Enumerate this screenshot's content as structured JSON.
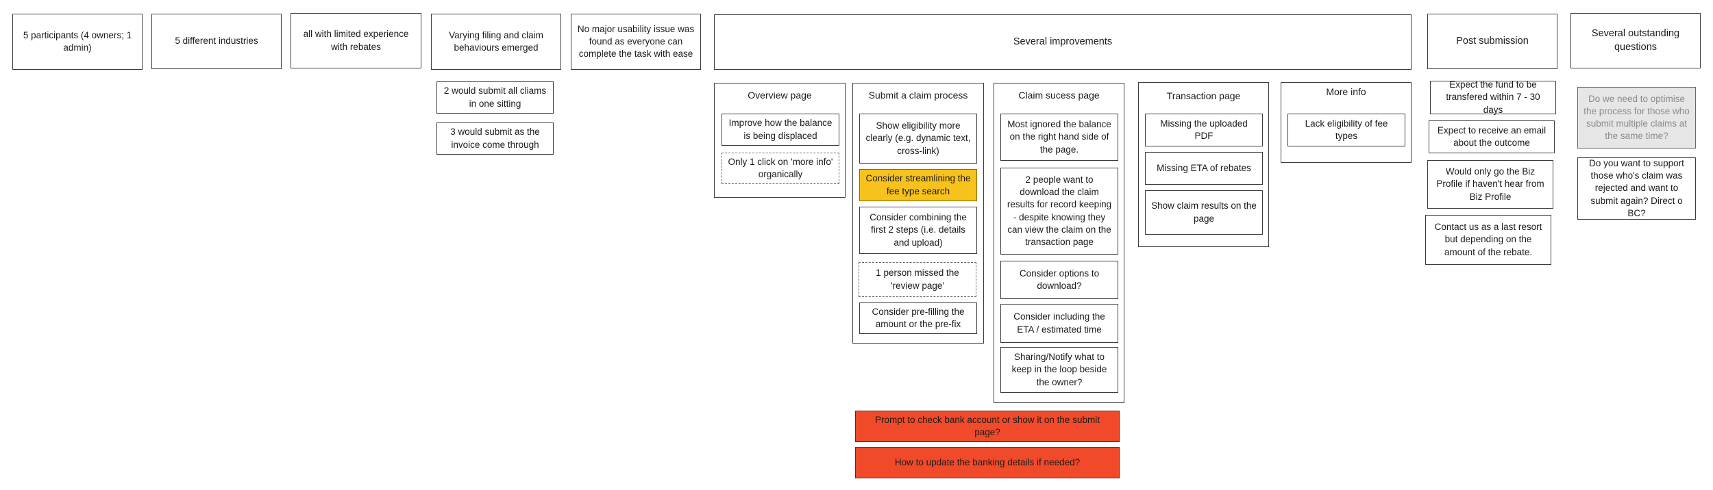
{
  "summary": {
    "participants": "5 participants (4 owners; 1 admin)",
    "industries": "5 different industries",
    "experience": "all with limited experience with rebates",
    "behaviours": "Varying filing and claim behaviours emerged",
    "usability": "No major usability issue was found as everyone can complete the task with ease"
  },
  "behaviour_notes": {
    "one_sitting": "2 would submit all cliams in one sitting",
    "as_invoice": "3 would submit as the invoice come through"
  },
  "improvements": {
    "title": "Several improvements",
    "overview": {
      "title": "Overview page",
      "balance": "Improve how the balance is being displaced",
      "more_info_click": "Only 1 click on 'more info' organically"
    },
    "submit": {
      "title": "Submit a claim process",
      "eligibility": "Show eligibility more clearly (e.g. dynamic text, cross-link)",
      "streamline": "Consider streamlining the fee type search",
      "combine": "Consider combining the first 2 steps (i.e. details and upload)",
      "missed_review": "1 person missed the 'review page'",
      "prefill": "Consider pre-filling the amount or the pre-fix"
    },
    "success": {
      "title": "Claim sucess page",
      "ignored_balance": "Most ignored the balance on the right hand side of the page.",
      "download_results": "2 people want to download the claim results for record keeping - despite knowing they can view the claim on the transaction page",
      "download_options": "Consider options to download?",
      "eta": "Consider including the ETA / estimated time",
      "sharing": "Sharing/Notify what to keep in the loop beside the owner?"
    },
    "transaction": {
      "title": "Transaction page",
      "missing_pdf": "Missing the uploaded PDF",
      "missing_eta": "Missing ETA of rebates",
      "show_results": "Show claim results on the page"
    },
    "more_info": {
      "title": "More info",
      "lack_eligibility": "Lack eligibility of fee types"
    },
    "bank_prompt": "Prompt to check bank account or show it on the submit page?",
    "bank_update": "How to update the banking details if needed?"
  },
  "post_submission": {
    "title": "Post submission",
    "fund_transfer": "Expect the fund to be transfered within 7 - 30 days",
    "email": "Expect to receive an email about the outcome",
    "biz_profile": "Would only go the Biz Profile if haven't hear from Biz Profile",
    "contact_us": "Contact us as a last resort but depending on the amount of the rebate."
  },
  "outstanding": {
    "title": "Several outstanding questions",
    "optimise": "Do we need to optimise the process for those who submit multiple claims at the same time?",
    "rejected": "Do you want to support those who's claim was rejected and want to submit again? Direct o BC?"
  },
  "colors": {
    "highlight_yellow": "#f8c21c",
    "highlight_red": "#f04a2a",
    "muted_grey": "#e6e6e6"
  }
}
